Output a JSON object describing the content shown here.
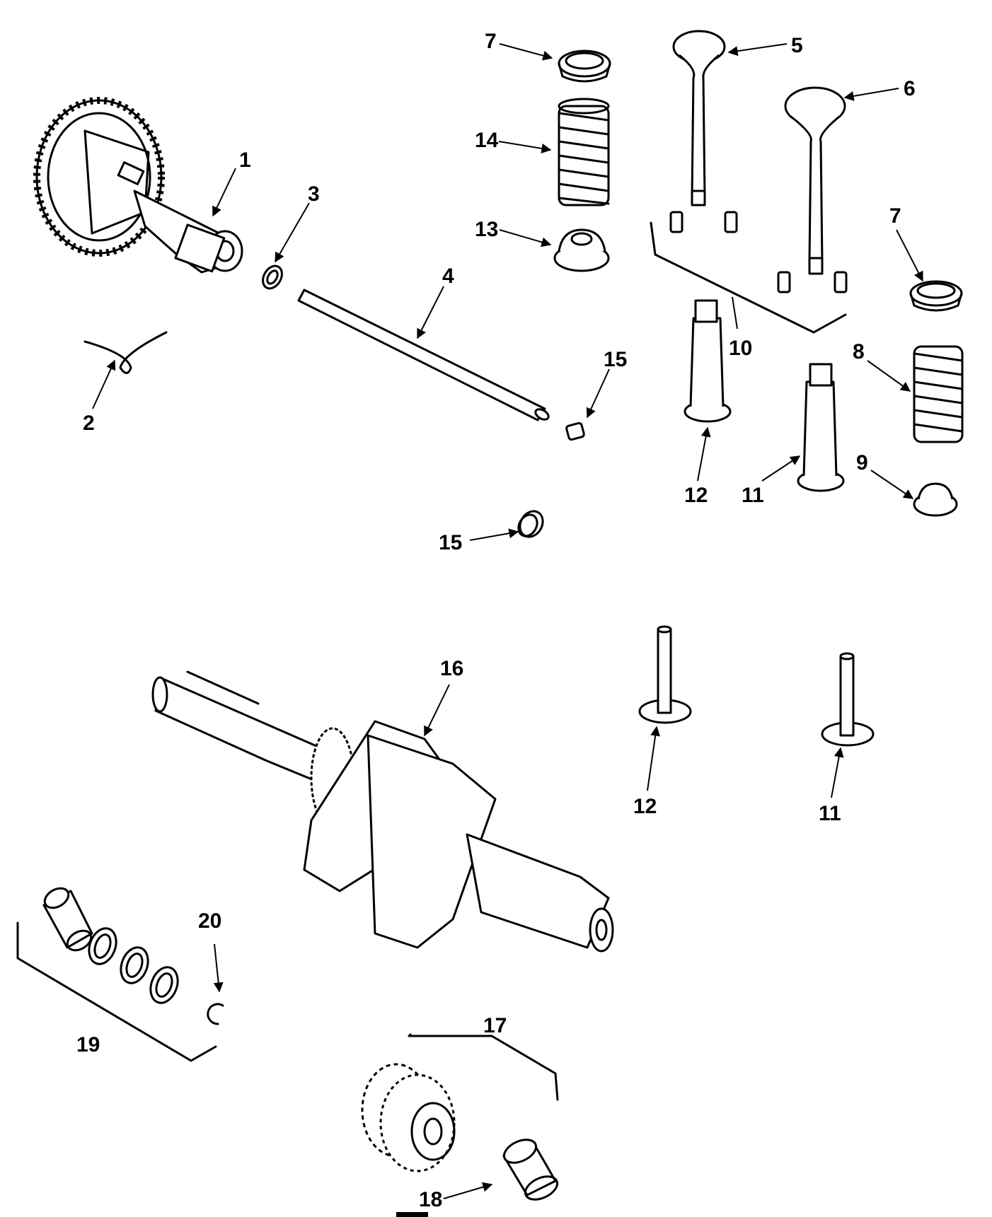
{
  "callouts": [
    {
      "id": "c1",
      "text": "1"
    },
    {
      "id": "c2",
      "text": "2"
    },
    {
      "id": "c3",
      "text": "3"
    },
    {
      "id": "c4",
      "text": "4"
    },
    {
      "id": "c5",
      "text": "5"
    },
    {
      "id": "c6",
      "text": "6"
    },
    {
      "id": "c7a",
      "text": "7"
    },
    {
      "id": "c7b",
      "text": "7"
    },
    {
      "id": "c8",
      "text": "8"
    },
    {
      "id": "c9",
      "text": "9"
    },
    {
      "id": "c10",
      "text": "10"
    },
    {
      "id": "c11a",
      "text": "11"
    },
    {
      "id": "c11b",
      "text": "11"
    },
    {
      "id": "c12a",
      "text": "12"
    },
    {
      "id": "c12b",
      "text": "12"
    },
    {
      "id": "c13",
      "text": "13"
    },
    {
      "id": "c14",
      "text": "14"
    },
    {
      "id": "c15a",
      "text": "15"
    },
    {
      "id": "c15b",
      "text": "15"
    },
    {
      "id": "c16",
      "text": "16"
    },
    {
      "id": "c17",
      "text": "17"
    },
    {
      "id": "c18",
      "text": "18"
    },
    {
      "id": "c19",
      "text": "19"
    },
    {
      "id": "c20",
      "text": "20"
    }
  ],
  "colors": {
    "ink": "#000000",
    "paper": "#ffffff"
  }
}
